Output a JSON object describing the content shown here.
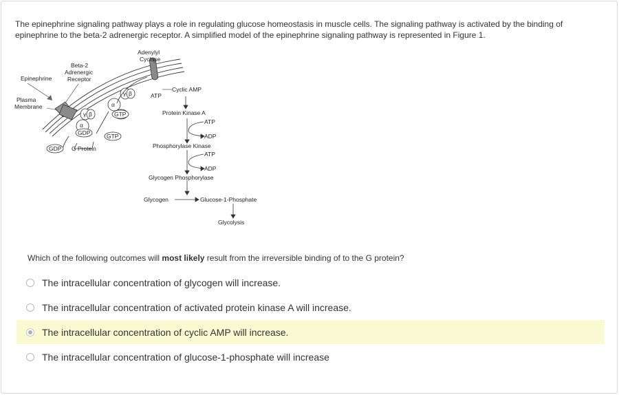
{
  "intro": {
    "line1": "The epinephrine signaling pathway plays a role in regulating glucose homeostasis in muscle cells. The signaling pathway is activated by the binding of",
    "line2": "epinephrine to the beta-2 adrenergic receptor. A simplified model of the epinephrine signaling pathway is represented in Figure 1."
  },
  "figure": {
    "adenylyl_1": "Adenylyl",
    "adenylyl_2": "Cyclase",
    "beta_1": "Beta-2",
    "beta_2": "Adrenergic",
    "beta_3": "Receptor",
    "epinephrine": "Epinephrine",
    "plasma_1": "Plasma",
    "plasma_2": "Membrane",
    "gdp": "GDP",
    "gtp": "GTP",
    "g_protein": "G Protein",
    "alpha": "α",
    "beta": "β",
    "gamma": "γ",
    "atp": "ATP",
    "adp": "ADP",
    "cyclic_amp": "Cyclic AMP",
    "pka": "Protein Kinase A",
    "phk": "Phosphorylase Kinase",
    "gp": "Glycogen Phosphorylase",
    "glycogen": "Glycogen",
    "g1p": "Glucose-1-Phosphate",
    "glycolysis": "Glycolysis"
  },
  "question": {
    "prefix": "Which of the following outcomes will ",
    "bold": "most likely",
    "suffix": " result from the irreversible binding of to the G protein?"
  },
  "options": [
    {
      "text": "The intracellular concentration of glycogen will increase.",
      "selected": false
    },
    {
      "text": "The intracellular concentration of activated protein kinase A will increase.",
      "selected": false
    },
    {
      "text": "The intracellular concentration of cyclic AMP will increase.",
      "selected": true
    },
    {
      "text": "The intracellular concentration of glucose-1-phosphate will increase",
      "selected": false
    }
  ],
  "colors": {
    "highlight": "#fafad2",
    "border": "#d8d8d8"
  }
}
